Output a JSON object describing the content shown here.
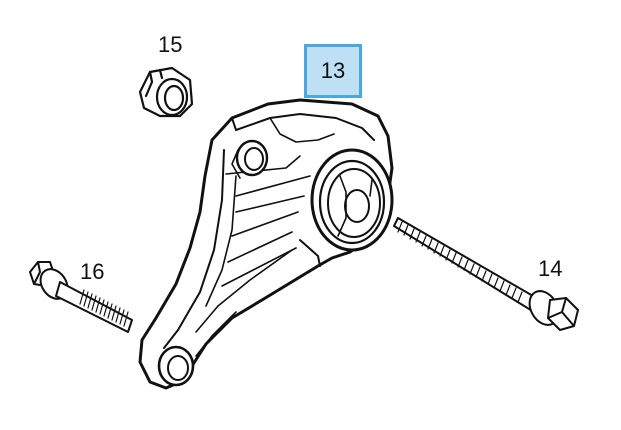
{
  "labels": {
    "part_13": "13",
    "part_14": "14",
    "part_15": "15",
    "part_16": "16"
  },
  "colors": {
    "highlight_fill": "#bfe0f4",
    "highlight_border": "#4aa8dc",
    "line": "#111111"
  },
  "parts": [
    {
      "id": "13",
      "kind": "mount-bracket",
      "highlighted": true
    },
    {
      "id": "14",
      "kind": "long-bolt"
    },
    {
      "id": "15",
      "kind": "nut"
    },
    {
      "id": "16",
      "kind": "short-bolt"
    }
  ]
}
